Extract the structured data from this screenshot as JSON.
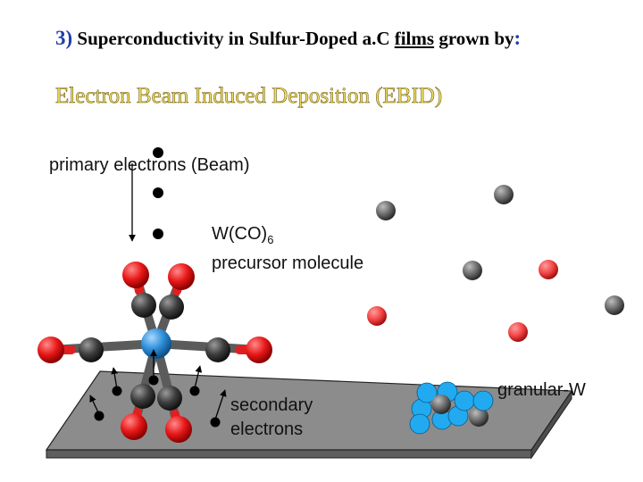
{
  "title": {
    "number": "3)",
    "text_before": "Superconductivity in Sulfur-Doped a.C ",
    "underlined": "films",
    "text_after": " grown by",
    "colon": ":"
  },
  "subtitle": "Electron Beam Induced Deposition (EBID)",
  "labels": {
    "primary_electrons": "primary electrons (Beam)",
    "precursor_formula": "W(CO)",
    "precursor_subscript": "6",
    "precursor_name": "precursor molecule",
    "secondary_line1": "secondary",
    "secondary_line2": "electrons",
    "granular": "granular-W"
  },
  "colors": {
    "tungsten": "#3a8fcf",
    "carbon": "#444444",
    "oxygen": "#e81818",
    "deposit_blue": "#22aaf0",
    "substrate": "#8c8c8c",
    "title_number": "#1f3fa8",
    "subtitle_fill": "#f2df62"
  }
}
